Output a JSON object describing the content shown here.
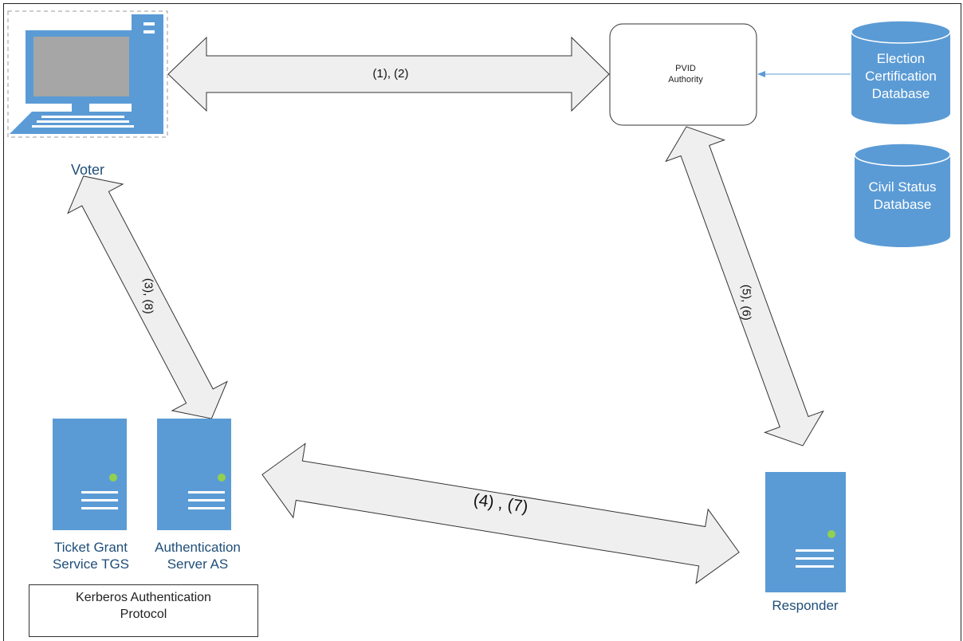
{
  "nodes": {
    "voter": {
      "label": "Voter"
    },
    "pvid_authority": {
      "line1": "PVID",
      "line2": "Authority"
    },
    "election_db": {
      "line1": "Election",
      "line2": "Certification",
      "line3": "Database"
    },
    "civil_db": {
      "line1": "Civil Status",
      "line2": "Database"
    },
    "tgs": {
      "line1": "Ticket Grant",
      "line2": "Service TGS"
    },
    "as": {
      "line1": "Authentication",
      "line2": "Server AS"
    },
    "responder": {
      "label": "Responder"
    },
    "kerberos": {
      "line1": "Kerberos Authentication",
      "line2": "Protocol"
    }
  },
  "arrows": {
    "voter_pvid": "(1), (2)",
    "voter_as": "(3), (8)",
    "pvid_responder": "(5), (6)",
    "as_responder": "(4) , (7)"
  },
  "colors": {
    "device_blue": "#5b9bd5",
    "label_blue": "#1f4e79",
    "arrow_fill": "#efefef",
    "arrow_stroke": "#333333",
    "server_led": "#92d050"
  }
}
